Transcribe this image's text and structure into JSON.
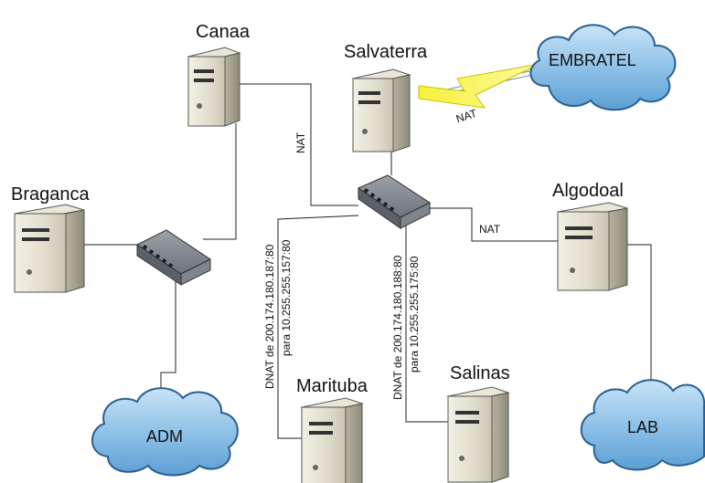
{
  "nodes": {
    "canaa": "Canaa",
    "salvaterra": "Salvaterra",
    "braganca": "Braganca",
    "algodoal": "Algodoal",
    "marituba": "Marituba",
    "salinas": "Salinas"
  },
  "clouds": {
    "embratel": "EMBRATEL",
    "adm": "ADM",
    "lab": "LAB"
  },
  "links": {
    "nat_canaa": "NAT",
    "nat_embratel": "NAT",
    "nat_algodoal": "NAT",
    "dnat_marituba_1": "DNAT de 200.174.180.187:80",
    "dnat_marituba_2": "para 10.255.255.157:80",
    "dnat_salinas_1": "DNAT de 200.174.180.188:80",
    "dnat_salinas_2": "para 10.255.255.175:80"
  }
}
